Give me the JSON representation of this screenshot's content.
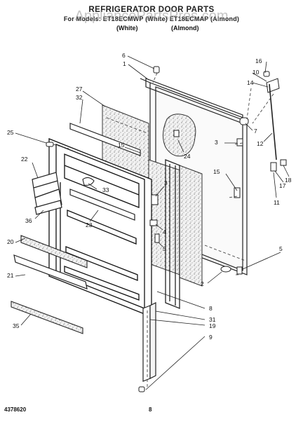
{
  "header": {
    "title": "REFRIGERATOR DOOR PARTS",
    "models": "For Models: ET18ECMWP (White) ET18ECMAP (Almond)",
    "white": "(White)",
    "almond": "(Almond)"
  },
  "watermark": "AppliancePartsPros.com",
  "callouts": {
    "c6": "6",
    "c1": "1",
    "c27": "27",
    "c32": "32",
    "c25": "25",
    "c15a": "15",
    "c24": "24",
    "c16": "16",
    "c10": "10",
    "c14": "14",
    "c7": "7",
    "c12": "12",
    "c3a": "3",
    "c15b": "15",
    "c22": "22",
    "c3b": "3",
    "c33": "33",
    "c18": "18",
    "c17": "17",
    "c11": "11",
    "c36": "36",
    "c23": "23",
    "c4": "4",
    "c20": "20",
    "c5a": "5",
    "c5b": "5",
    "c21": "21",
    "c2": "2",
    "c8": "8",
    "c31": "31",
    "c35": "35",
    "c19": "19",
    "c9": "9"
  },
  "footer": {
    "doc_number": "4378620",
    "page_number": "8"
  }
}
